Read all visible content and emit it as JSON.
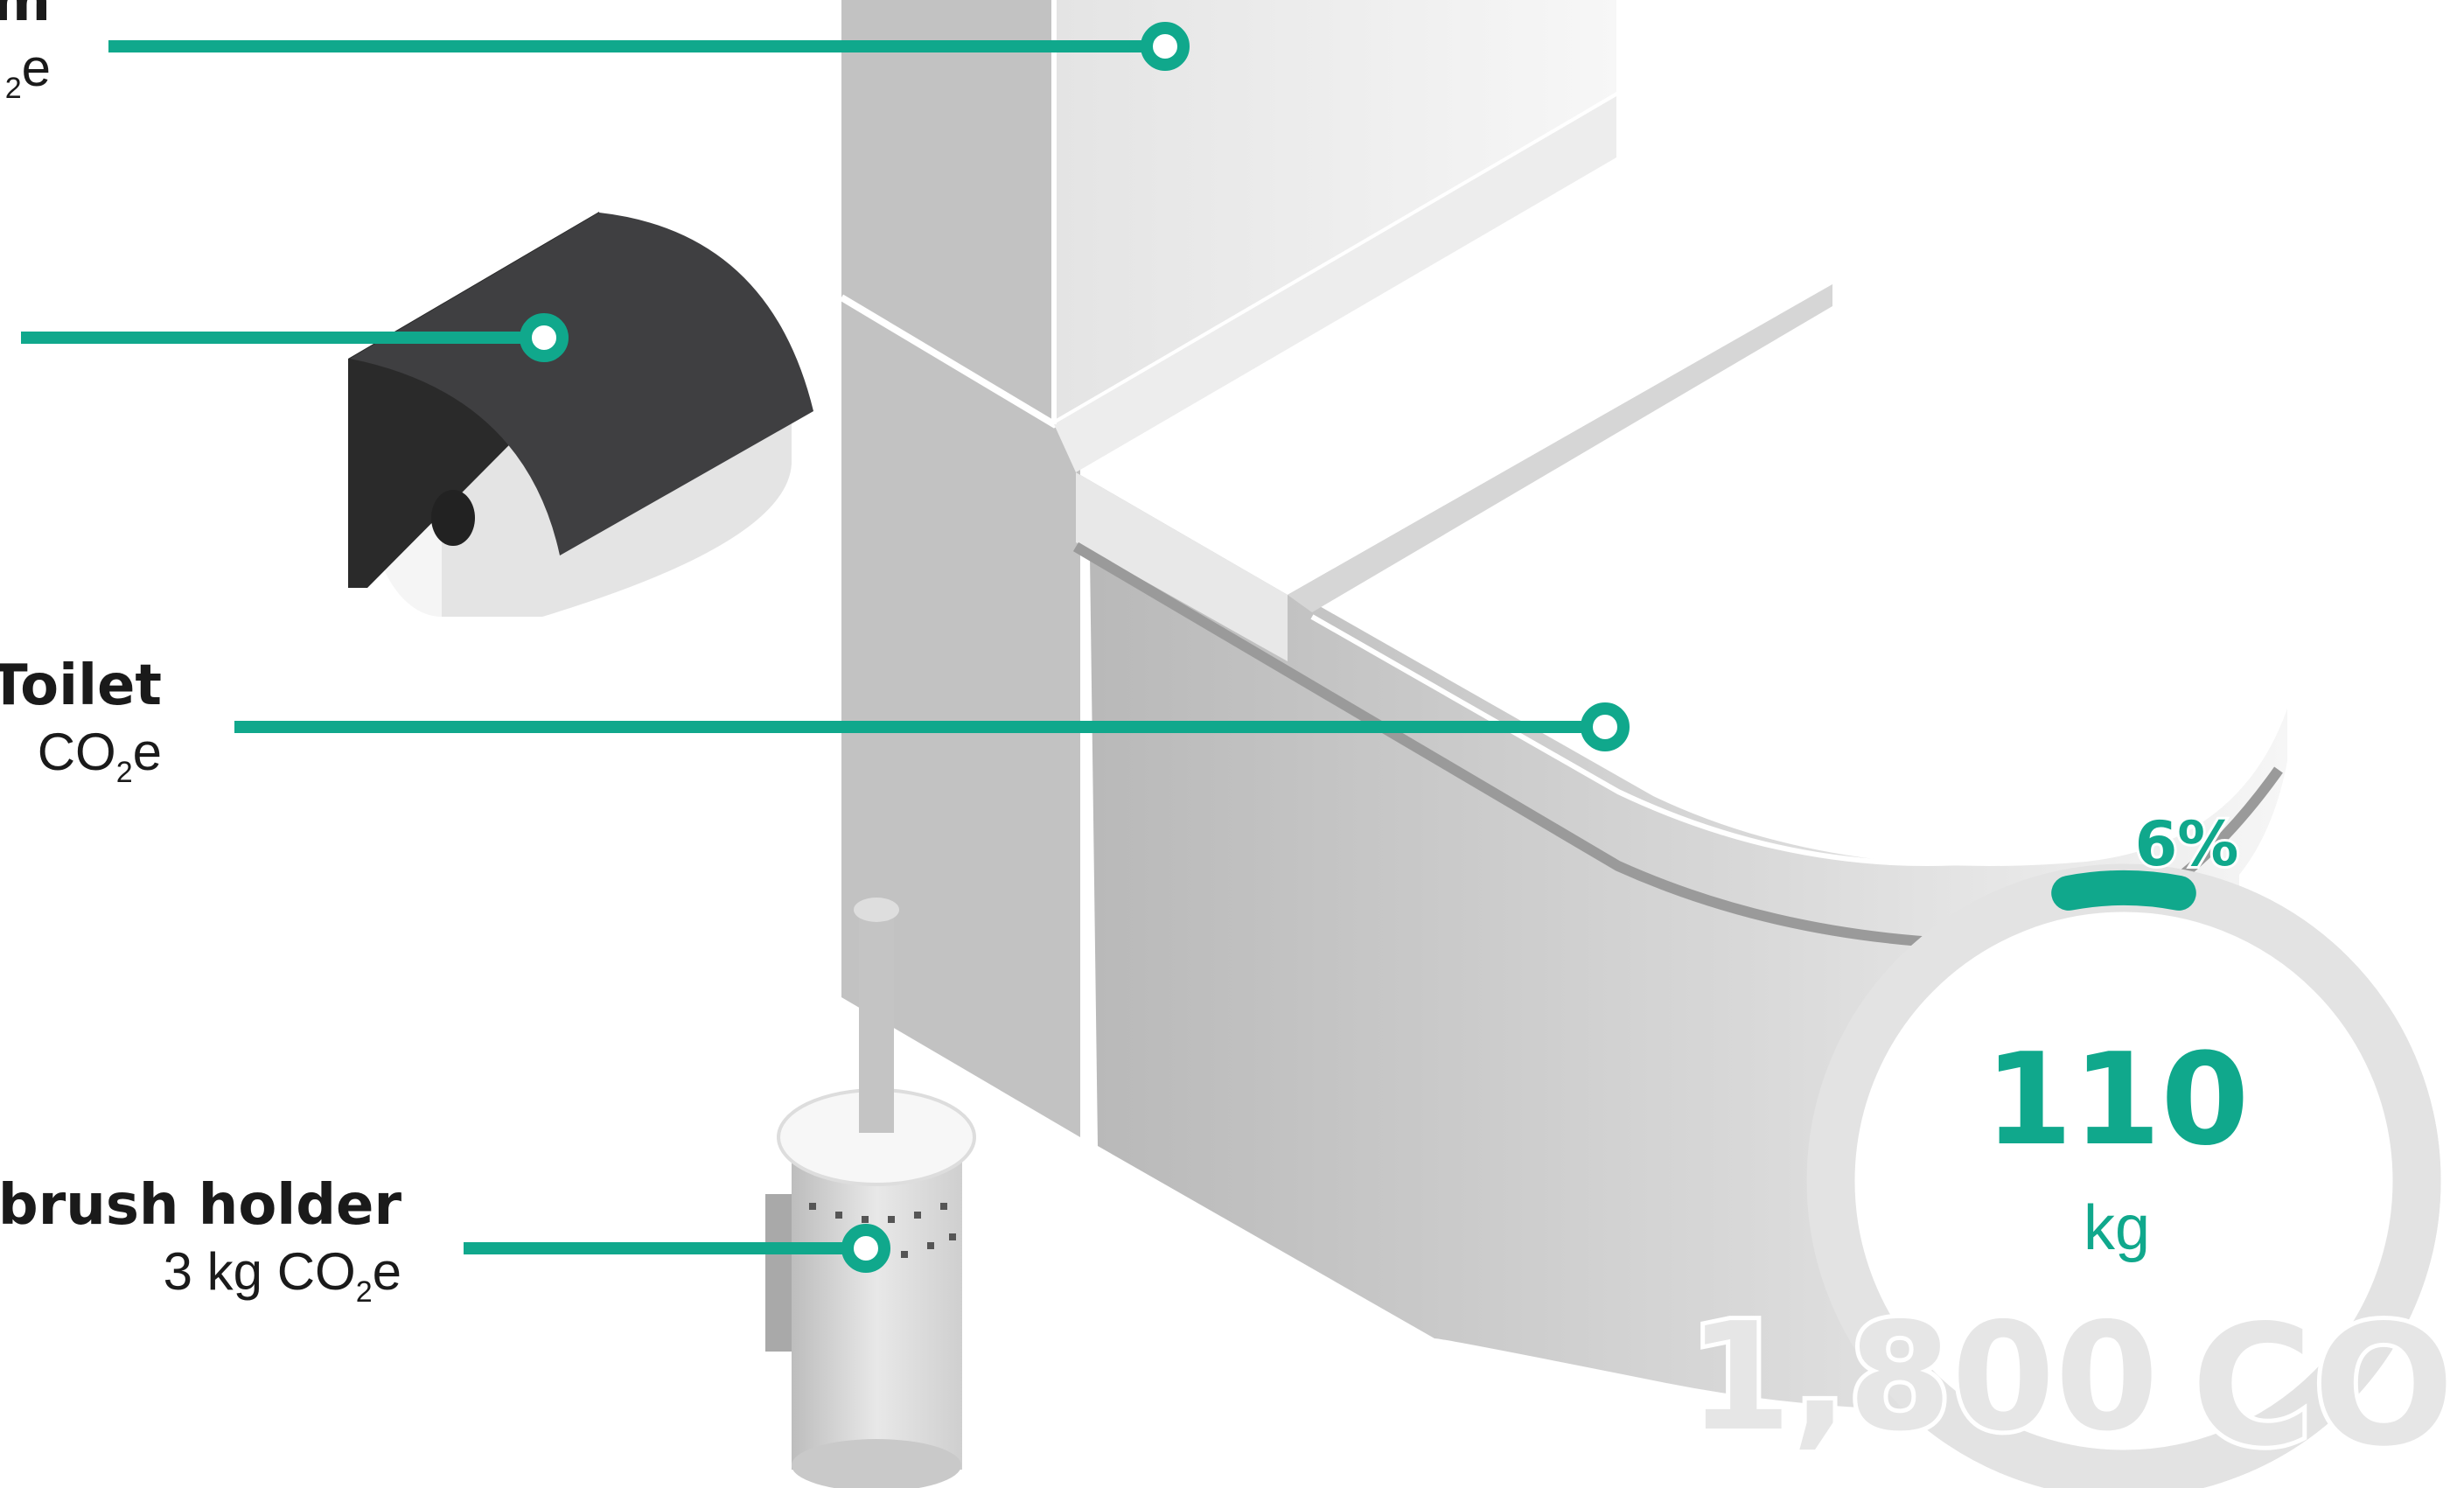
{
  "colors": {
    "accent": "#10a88c",
    "ring": "#e3e3e3",
    "paper_holder": "#3f3f41",
    "toilet_light": "#f2f2f2",
    "toilet_shade": "#c8c8c8"
  },
  "icons": [
    "toilet-paper-holder-icon",
    "toilet-brush-holder-icon",
    "toilet-illustration",
    "cistern-illustration"
  ],
  "callouts": {
    "top": {
      "name": "m",
      "value_prefix": "",
      "value_sub": "2",
      "value_suffix": "e"
    },
    "toilet": {
      "name": "Toilet",
      "value_prefix": "CO",
      "value_sub": "2",
      "value_suffix": "e"
    },
    "brush": {
      "name": "brush holder",
      "value_prefix": "3 kg CO",
      "value_sub": "2",
      "value_suffix": "e"
    }
  },
  "summary": {
    "value": "110",
    "unit": "kg",
    "share_label": "6%",
    "share": 0.06,
    "total_value": "1,800",
    "total_unit": "CO"
  }
}
